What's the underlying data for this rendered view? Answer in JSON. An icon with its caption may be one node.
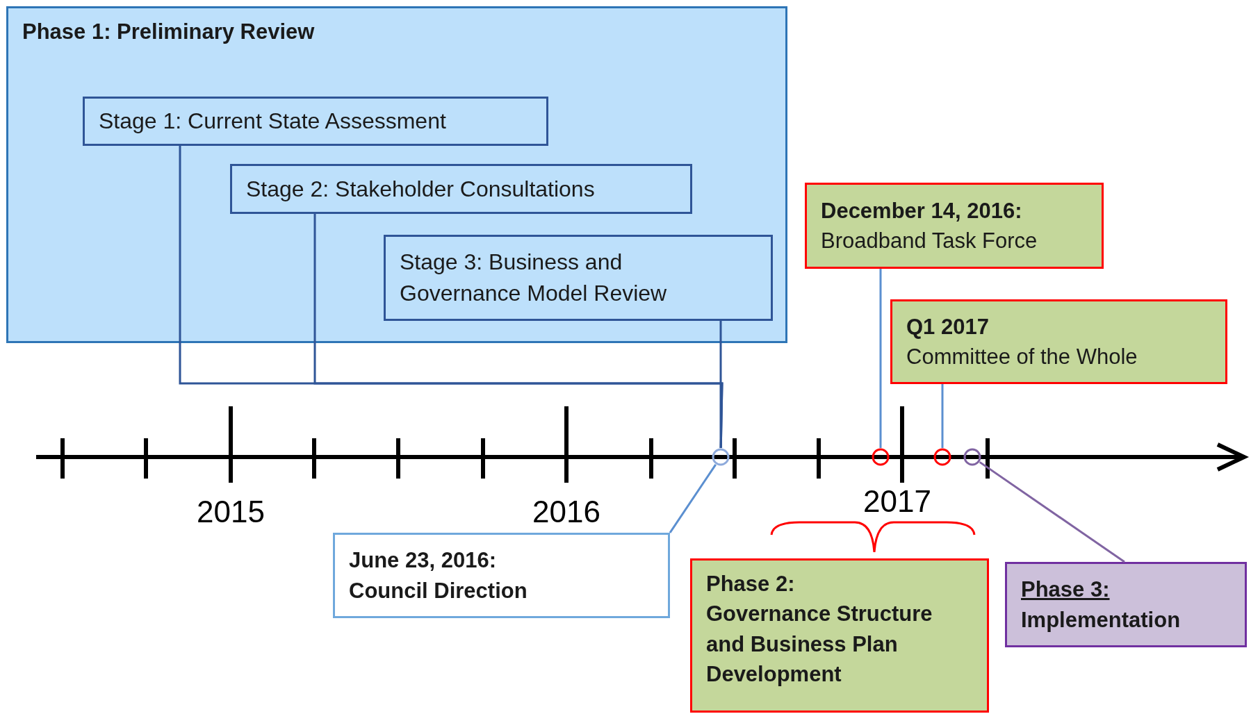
{
  "diagram": {
    "nodes": [
      {
        "text": [
          "Phase 1: Preliminary Review"
        ]
      },
      {
        "text": [
          "Stage 1: Current State Assessment"
        ],
        "in": 0
      },
      {
        "text": [
          "Stage 2: Stakeholder Consultations"
        ],
        "in": 0
      },
      {
        "text": [
          "Stage 3: Business and Governance Model Review"
        ],
        "in": 0
      },
      {
        "text": [
          "December 14, 2016:",
          "Broadband Task Force"
        ]
      },
      {
        "text": [
          "Q1 2017",
          "Committee of the Whole"
        ]
      },
      {
        "text": [
          "June 23, 2016:",
          "Council Direction"
        ]
      },
      {
        "text": [
          "Phase 2:",
          "Governance Structure and Business Plan Development"
        ]
      },
      {
        "text": [
          "Phase 3:",
          "Implementation"
        ]
      },
      {
        "text": [],
        "shape": "circle"
      },
      {
        "text": [],
        "shape": "circle"
      },
      {
        "text": [],
        "shape": "circle"
      },
      {
        "text": [],
        "shape": "circle"
      }
    ],
    "edges": [
      {
        "from": 1,
        "to": 9,
        "arrow": "none",
        "color": "#2f5597"
      },
      {
        "from": 2,
        "to": 9,
        "arrow": "none",
        "color": "#2f5597"
      },
      {
        "from": 3,
        "to": 9,
        "arrow": "none",
        "color": "#2f5597"
      },
      {
        "from": 6,
        "to": 9,
        "arrow": "none",
        "color": "#5b8fd0"
      },
      {
        "from": 4,
        "to": 10,
        "arrow": "none",
        "color": "#5b8fd0"
      },
      {
        "from": 5,
        "to": 11,
        "arrow": "none",
        "color": "#5b8fd0"
      },
      {
        "from": 8,
        "to": 12,
        "arrow": "none",
        "color": "#8064a2"
      }
    ],
    "labels": [
      "2015",
      "2016",
      "2017"
    ]
  }
}
